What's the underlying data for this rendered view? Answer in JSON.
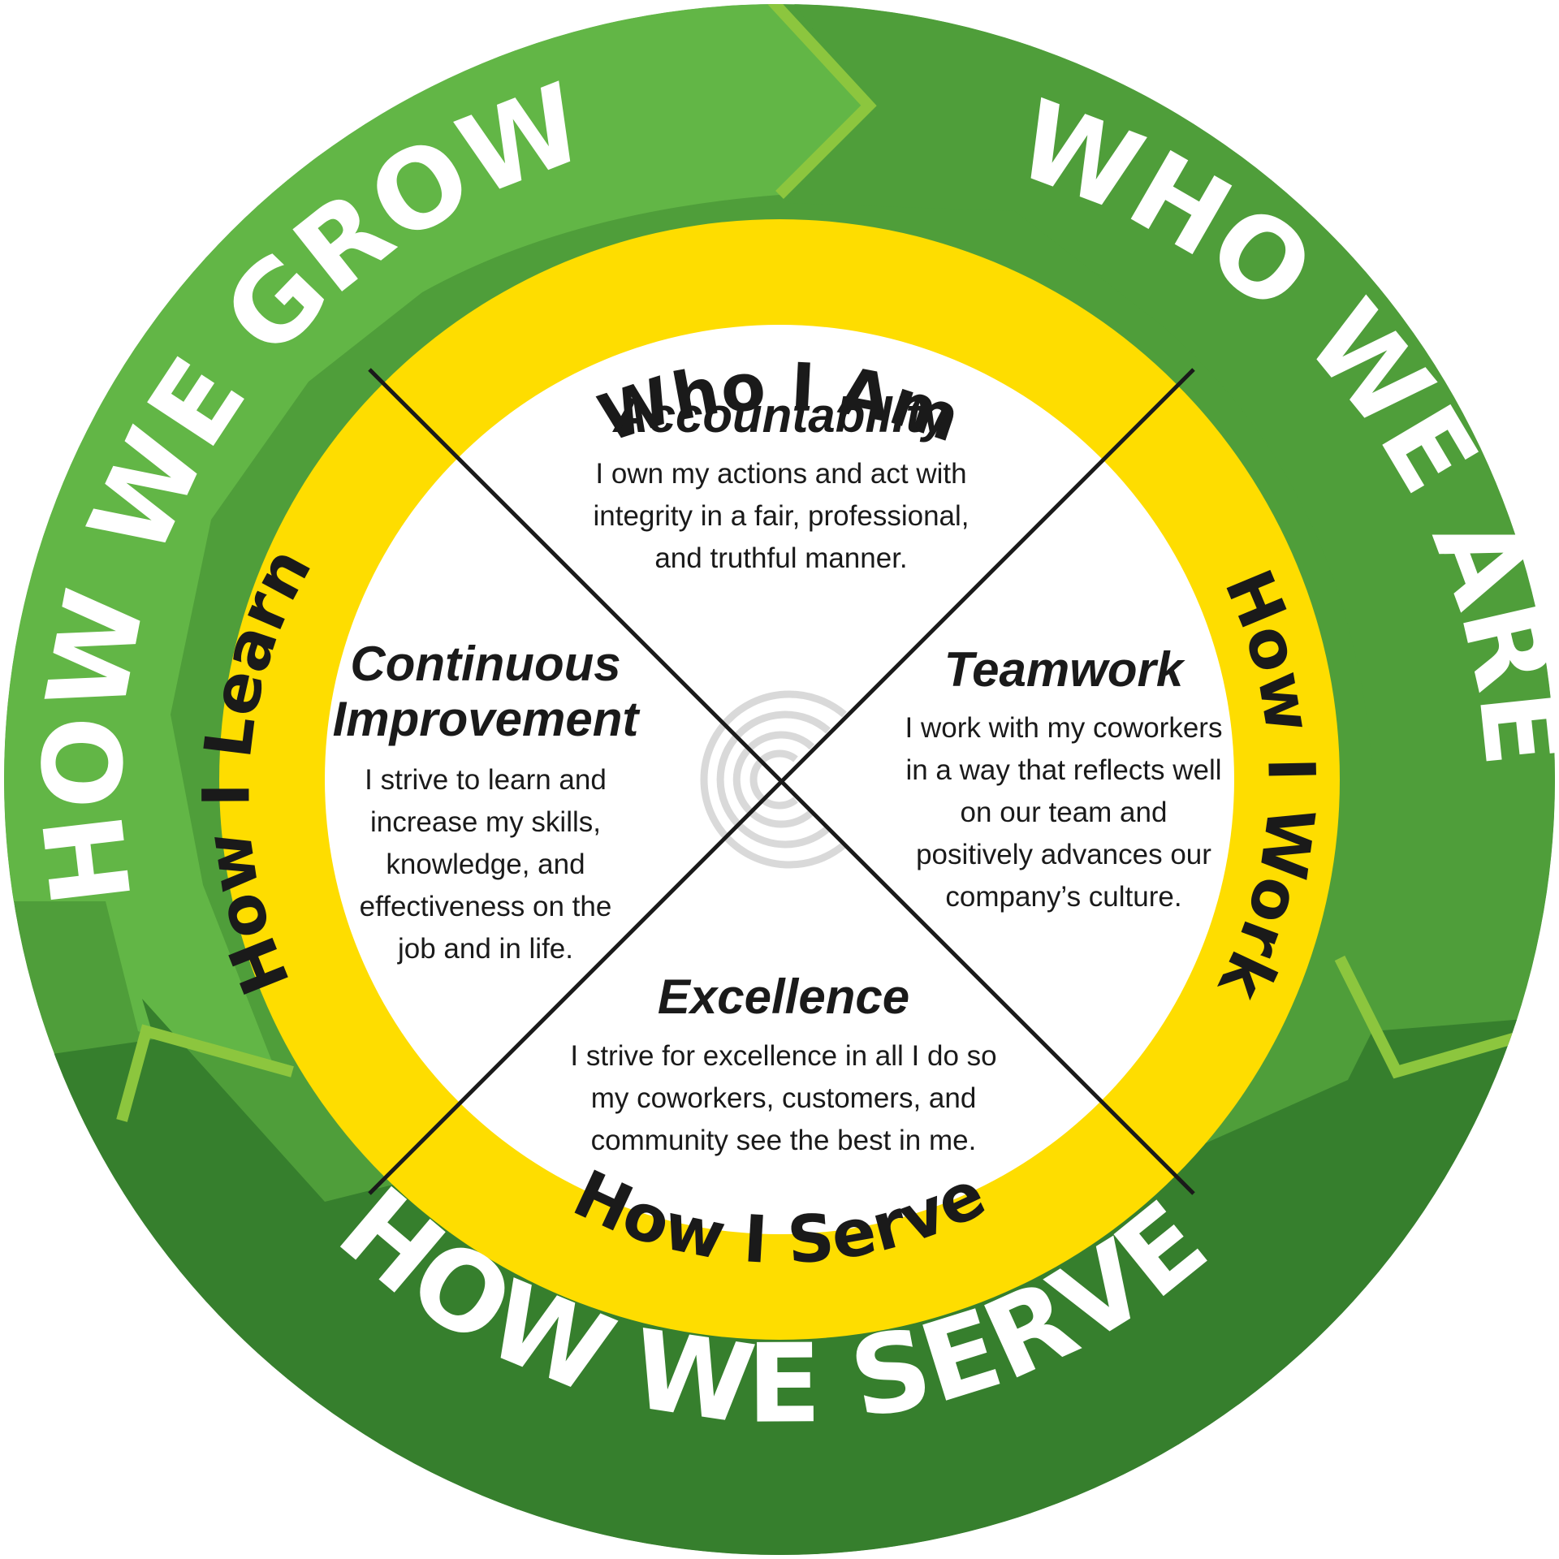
{
  "outer_ring": {
    "top_left": "HOW WE GROW",
    "right": "WHO WE ARE",
    "bottom": "HOW WE SERVE"
  },
  "inner_ring": {
    "top": "Who I Am",
    "right": "How I Work",
    "bottom": "How I Serve",
    "left": "How I Learn"
  },
  "values": {
    "top": {
      "title": "Accountability",
      "lines": [
        "I own my actions and act with",
        "integrity in a fair, professional,",
        "and truthful manner."
      ]
    },
    "right": {
      "title": "Teamwork",
      "lines": [
        "I work with my coworkers",
        "in a way that reflects well",
        "on our team and",
        "positively advances our",
        "company’s culture."
      ]
    },
    "bottom": {
      "title": "Excellence",
      "lines": [
        "I strive for excellence in all I do so",
        "my coworkers, customers, and",
        "community see the best in me."
      ]
    },
    "left": {
      "title_lines": [
        "Continuous",
        "Improvement"
      ],
      "lines": [
        "I strive to learn and",
        "increase my skills,",
        "knowledge, and",
        "effectiveness on the",
        "job and in life."
      ]
    }
  },
  "colors": {
    "green_light": "#62b646",
    "green_mid": "#4f9e3a",
    "green_dark": "#367f2d",
    "green_accent": "#8cc63e",
    "yellow": "#fedd00",
    "ink": "#1a1a1a",
    "watermark": "#d9d9d9"
  },
  "watermark_icon": "company-logo-watermark-icon"
}
